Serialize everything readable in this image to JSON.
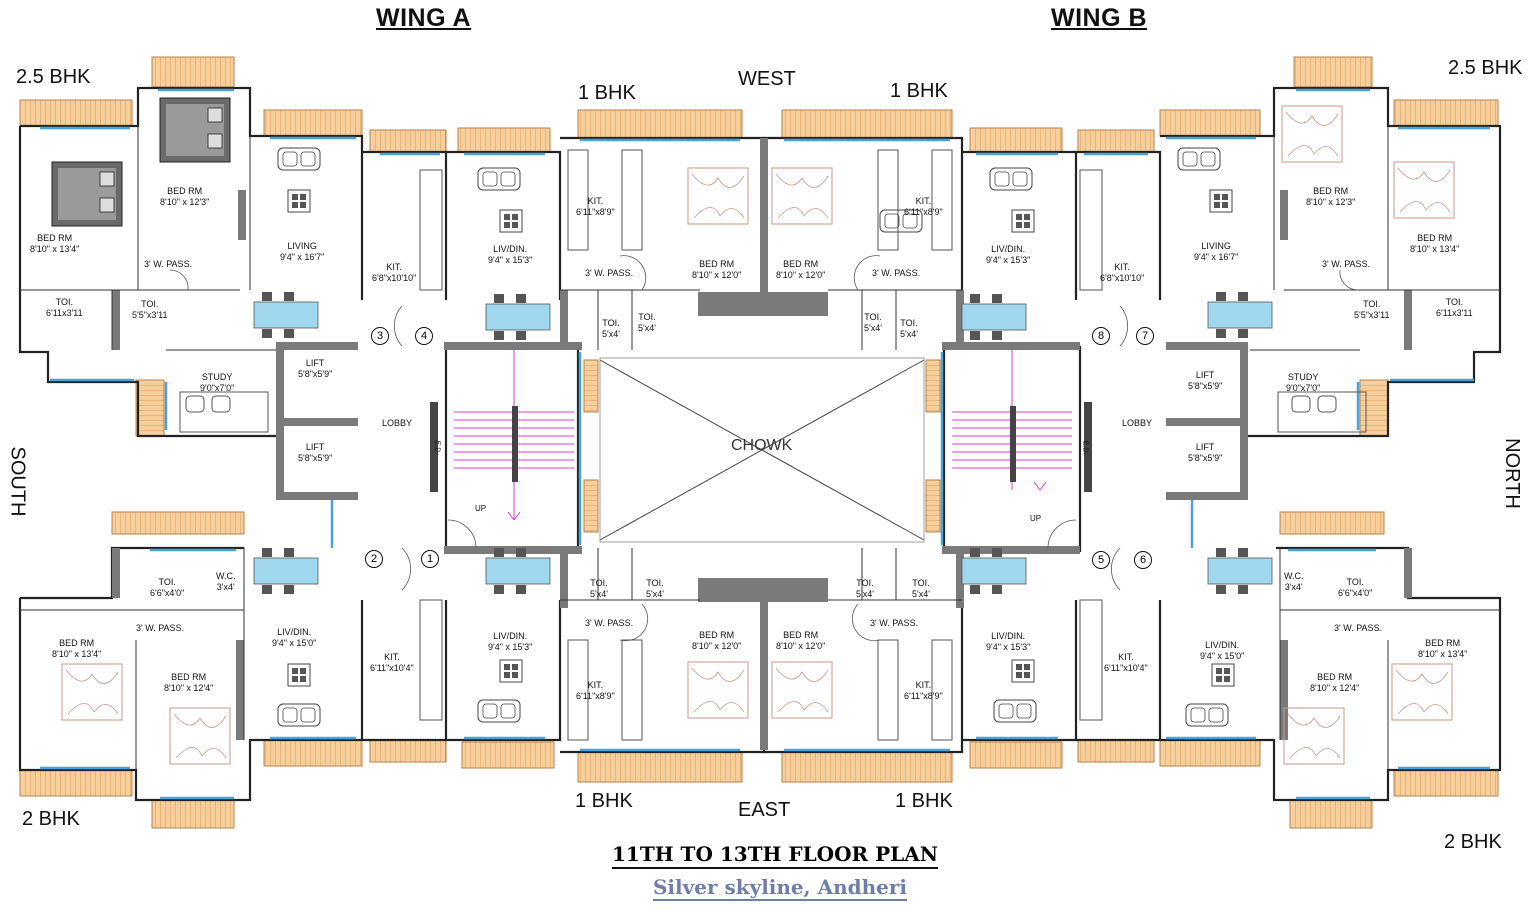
{
  "wings": {
    "a": "WING A",
    "b": "WING B"
  },
  "directions": {
    "west": "WEST",
    "east": "EAST",
    "south": "SOUTH",
    "north": "NORTH"
  },
  "units": {
    "bhk25": "2.5 BHK",
    "bhk2": "2 BHK",
    "bhk1": "1 BHK"
  },
  "rooms": {
    "bed": "BED RM",
    "living": "LIVING",
    "livdin": "LIV/DIN.",
    "kit": "KIT.",
    "toi": "TOI.",
    "wc": "W.C.",
    "pass": "3' W. PASS.",
    "study": "STUDY",
    "lift": "LIFT",
    "lobby": "LOBBY",
    "chowk": "CHOWK",
    "up": "UP",
    "ed": "E.D."
  },
  "dims": {
    "bed_8_10x12_3": "8'10\" x 12'3\"",
    "bed_8_10x13_4": "8'10\" x 13'4\"",
    "bed_8_10x12_0": "8'10\" x 12'0\"",
    "bed_8_10x12_4": "8'10\" x 12'4\"",
    "living_9_4x16_7": "9'4\" x 16'7\"",
    "livdin_9_4x15_3": "9'4\" x 15'3\"",
    "livdin_9_4x15_0": "9'4\" x 15'0\"",
    "kit_6_8x10_10": "6'8\"x10'10\"",
    "kit_6_11x8_9": "6'11\"x8'9\"",
    "kit_6_11x10_4": "6'11\"x10'4\"",
    "toi_6_11x3_11": "6'11x3'11",
    "toi_5_5x3_11": "5'5\"x3'11",
    "toi_5x4": "5'x4'",
    "toi_6_6x4_0": "6'6\"x4'0\"",
    "wc_3x4": "3'x4'",
    "study_9x7": "9'0\"x7'0\"",
    "lift_5_8x5_9": "5'8\"x5'9\""
  },
  "circle_numbers": [
    "1",
    "2",
    "3",
    "4",
    "5",
    "6",
    "7",
    "8"
  ],
  "titles": {
    "plan": "11TH TO 13TH FLOOR PLAN",
    "project": "Silver skyline, Andheri"
  },
  "colors": {
    "wall": "#222222",
    "wall_gray": "#7a7a7a",
    "balcony": "#f2c28a",
    "window": "#4aa3d8",
    "dining": "#9fd7ee",
    "stair": "#d63fd2",
    "furniture": "#c89a8a",
    "project_title": "#6e7ea8"
  }
}
